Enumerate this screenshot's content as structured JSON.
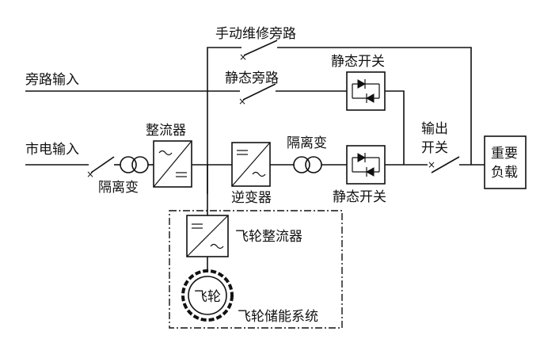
{
  "labels": {
    "manual_bypass": "手动维修旁路",
    "bypass_input": "旁路输入",
    "static_bypass": "静态旁路",
    "static_switch_top": "静态开关",
    "mains_input": "市电输入",
    "rectifier": "整流器",
    "isolation_transformer_left": "隔离变",
    "isolation_transformer_right": "隔离变",
    "inverter": "逆变器",
    "static_switch_bottom": "静态开关",
    "output_switch_line1": "输出",
    "output_switch_line2": "开关",
    "load_line1": "重要",
    "load_line2": "负载",
    "flywheel_rectifier": "飞轮整流器",
    "flywheel": "飞轮",
    "flywheel_system": "飞轮储能系统"
  },
  "colors": {
    "line": "#111111",
    "background": "#ffffff"
  }
}
